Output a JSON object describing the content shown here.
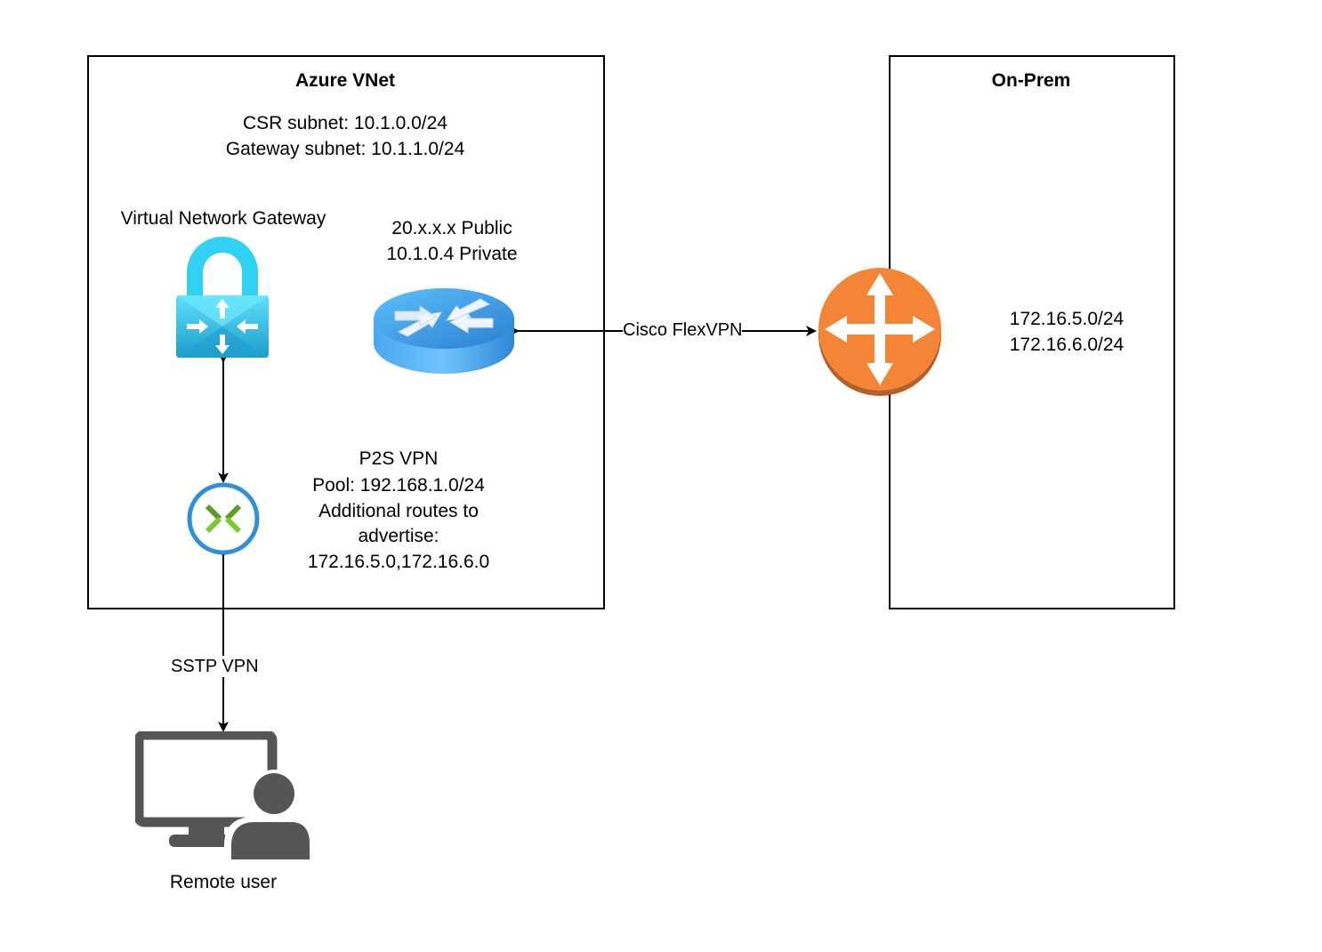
{
  "azure_vnet": {
    "title": "Azure VNet",
    "subnets": [
      "CSR subnet: 10.1.0.0/24",
      "Gateway subnet: 10.1.1.0/24"
    ],
    "gateway_label": "Virtual Network Gateway",
    "csr_ips": [
      "20.x.x.x Public",
      "10.1.0.4 Private"
    ],
    "p2s": [
      "P2S VPN",
      "Pool: 192.168.1.0/24",
      "Additional routes to",
      "advertise:",
      "172.16.5.0,172.16.6.0"
    ]
  },
  "on_prem": {
    "title": "On-Prem",
    "networks": [
      "172.16.5.0/24",
      "172.16.6.0/24"
    ]
  },
  "connections": {
    "flexvpn_label": "Cisco FlexVPN",
    "sstp_label": "SSTP VPN"
  },
  "remote_user": {
    "label": "Remote user"
  },
  "colors": {
    "azure_blue": "#32cdf0",
    "router_blue": "#3a8ee6",
    "onprem_orange": "#f58536",
    "vpn_ring": "#2f8fd8",
    "vpn_green": "#6cb52d",
    "user_gray": "#555555"
  }
}
